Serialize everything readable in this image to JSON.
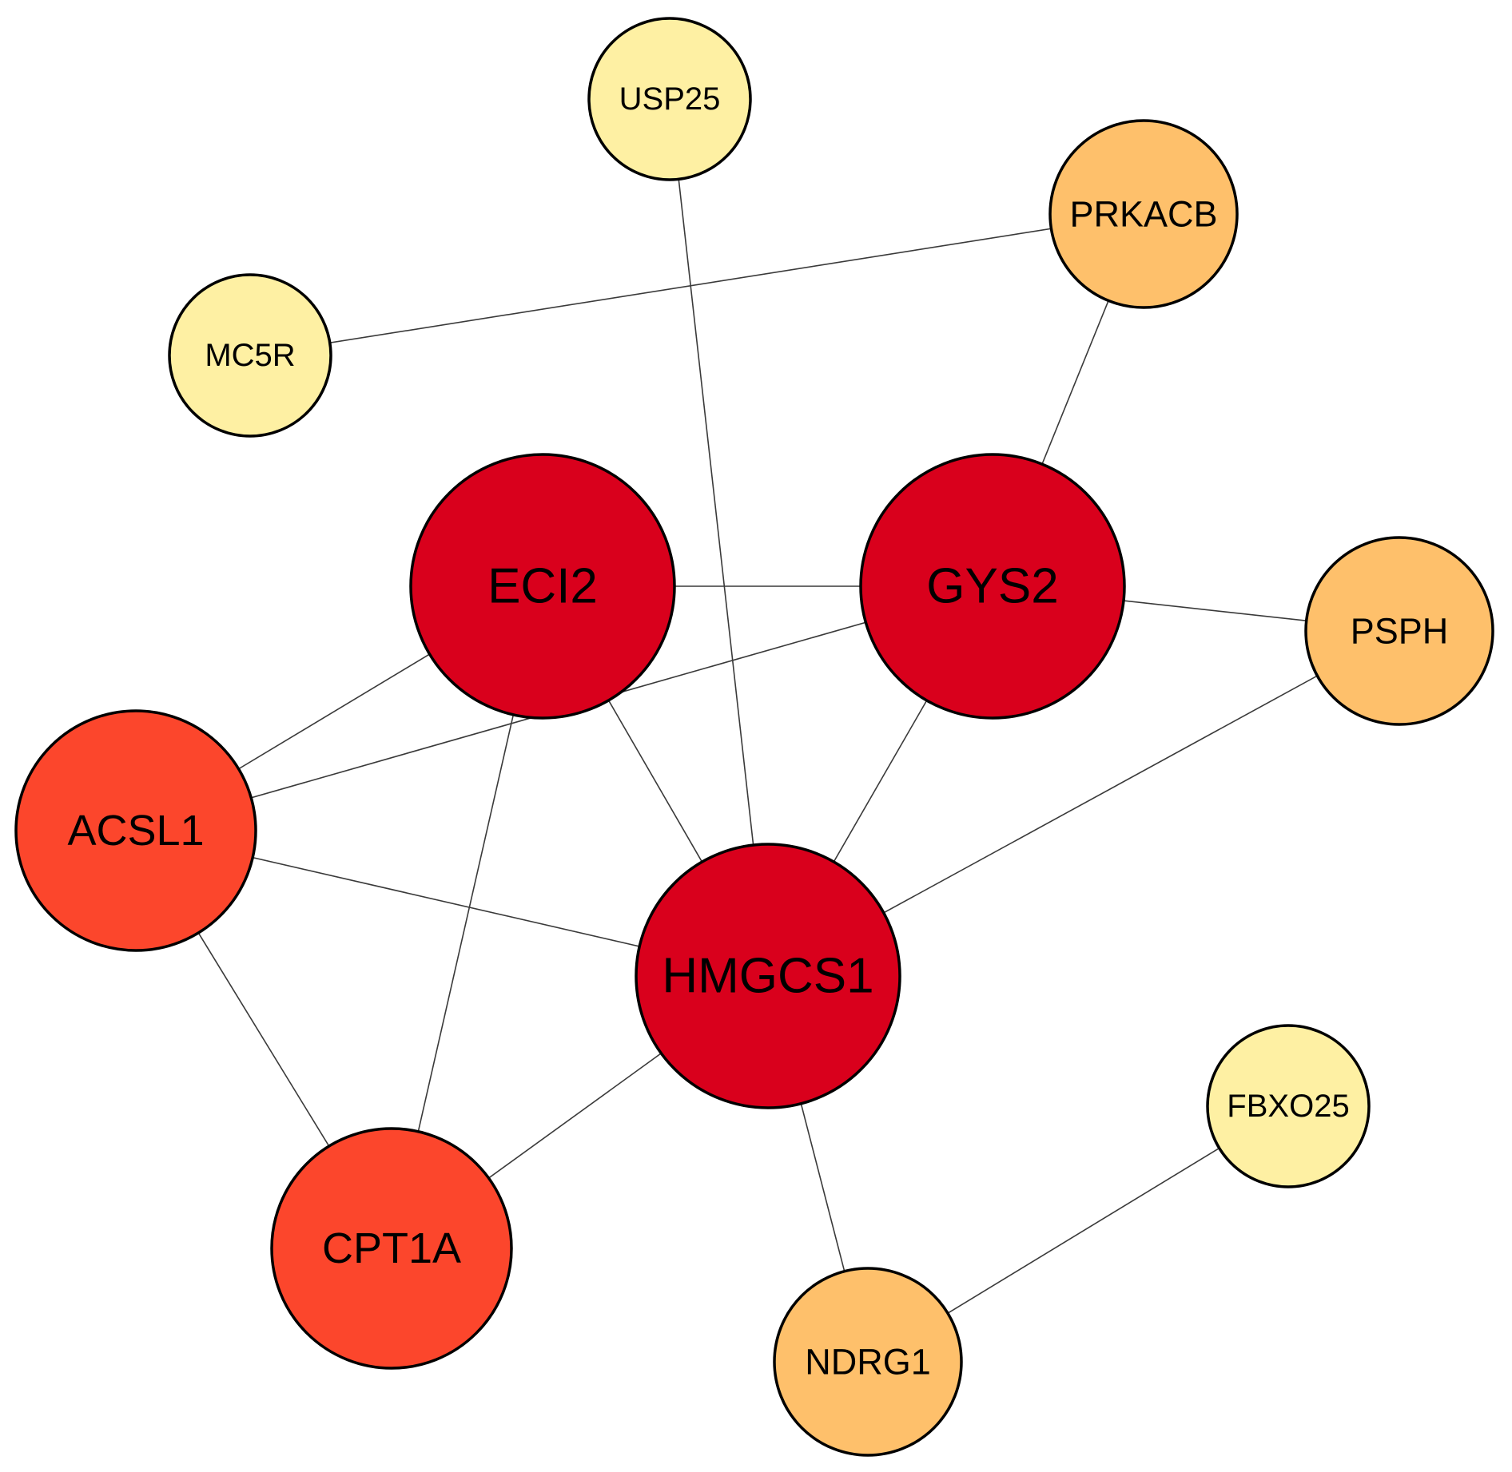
{
  "network": {
    "colors": {
      "highest": "#d9001c",
      "high": "#fc462c",
      "medium": "#fec06b",
      "low": "#fef0a3"
    },
    "nodes": [
      {
        "id": "USP25",
        "label": "USP25",
        "level": "low"
      },
      {
        "id": "PRKACB",
        "label": "PRKACB",
        "level": "medium"
      },
      {
        "id": "MC5R",
        "label": "MC5R",
        "level": "low"
      },
      {
        "id": "ECI2",
        "label": "ECI2",
        "level": "highest"
      },
      {
        "id": "GYS2",
        "label": "GYS2",
        "level": "highest"
      },
      {
        "id": "PSPH",
        "label": "PSPH",
        "level": "medium"
      },
      {
        "id": "ACSL1",
        "label": "ACSL1",
        "level": "high"
      },
      {
        "id": "HMGCS1",
        "label": "HMGCS1",
        "level": "highest"
      },
      {
        "id": "FBXO25",
        "label": "FBXO25",
        "level": "low"
      },
      {
        "id": "CPT1A",
        "label": "CPT1A",
        "level": "high"
      },
      {
        "id": "NDRG1",
        "label": "NDRG1",
        "level": "medium"
      }
    ],
    "edges": [
      [
        "USP25",
        "HMGCS1"
      ],
      [
        "PRKACB",
        "MC5R"
      ],
      [
        "PRKACB",
        "GYS2"
      ],
      [
        "ECI2",
        "GYS2"
      ],
      [
        "ECI2",
        "ACSL1"
      ],
      [
        "ECI2",
        "CPT1A"
      ],
      [
        "ECI2",
        "HMGCS1"
      ],
      [
        "GYS2",
        "PSPH"
      ],
      [
        "GYS2",
        "ACSL1"
      ],
      [
        "GYS2",
        "HMGCS1"
      ],
      [
        "PSPH",
        "HMGCS1"
      ],
      [
        "ACSL1",
        "HMGCS1"
      ],
      [
        "ACSL1",
        "CPT1A"
      ],
      [
        "HMGCS1",
        "CPT1A"
      ],
      [
        "HMGCS1",
        "NDRG1"
      ],
      [
        "FBXO25",
        "NDRG1"
      ]
    ]
  }
}
